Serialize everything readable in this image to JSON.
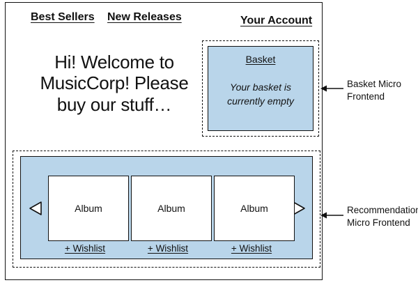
{
  "nav": {
    "best_sellers": "Best Sellers",
    "new_releases": "New Releases",
    "your_account": "Your Account"
  },
  "welcome": {
    "line1": "Hi! Welcome to",
    "line2": "MusicCorp! Please",
    "line3": "buy our stuff…"
  },
  "basket": {
    "title": "Basket",
    "message_line1": "Your basket is",
    "message_line2": "currently empty"
  },
  "recommendations": {
    "albums": [
      {
        "label": "Album",
        "wishlist": "+ Wishlist"
      },
      {
        "label": "Album",
        "wishlist": "+ Wishlist"
      },
      {
        "label": "Album",
        "wishlist": "+ Wishlist"
      }
    ],
    "prev_icon": "triangle-left-icon",
    "next_icon": "triangle-right-icon"
  },
  "callouts": {
    "basket_line1": "Basket Micro",
    "basket_line2": "Frontend",
    "recommendation_line1": "Recommendation",
    "recommendation_line2": "Micro Frontend"
  },
  "colors": {
    "panel_fill": "#b9d5ea",
    "stroke": "#111111"
  }
}
